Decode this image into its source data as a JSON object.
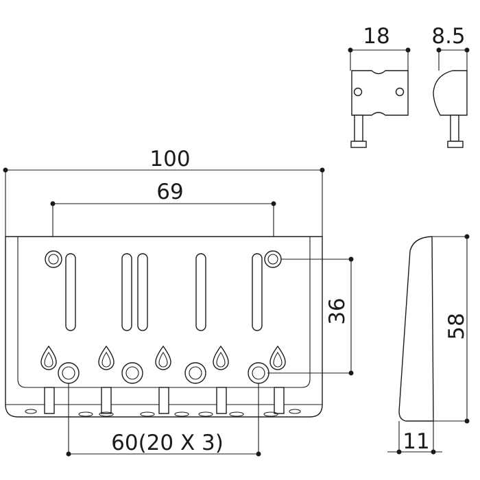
{
  "dimensions": {
    "overall_width": "100",
    "hole_spacing_top": "69",
    "vertical_spacing": "36",
    "height": "58",
    "depth": "11",
    "string_spacing": "60(20 X 3)",
    "saddle_width": "18",
    "saddle_profile": "8.5"
  },
  "colors": {
    "line": "#1a1a1a",
    "background": "#ffffff"
  }
}
